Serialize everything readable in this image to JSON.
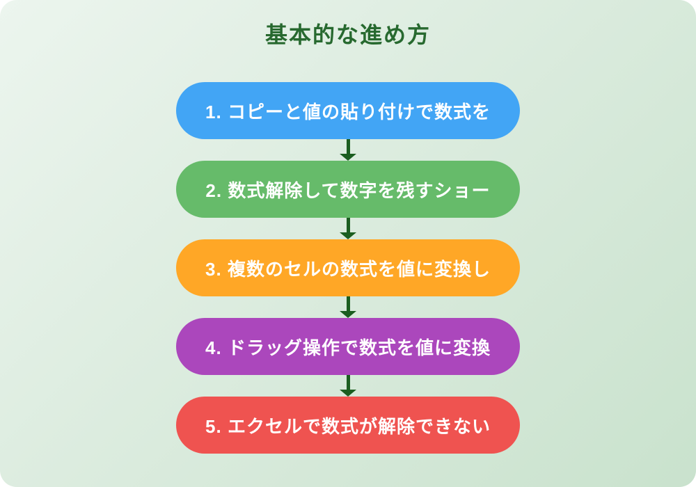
{
  "title": {
    "text": "基本的な進め方",
    "color": "#27692f"
  },
  "background": {
    "gradient_start": "#ecf5ee",
    "gradient_end": "#c9e2cd"
  },
  "arrow": {
    "color": "#1b5e20"
  },
  "steps": [
    {
      "label": "1. コピーと値の貼り付けで数式を",
      "color": "#42a5f5"
    },
    {
      "label": "2. 数式解除して数字を残すショー",
      "color": "#66bb6a"
    },
    {
      "label": "3. 複数のセルの数式を値に変換し",
      "color": "#ffa726"
    },
    {
      "label": "4. ドラッグ操作で数式を値に変換",
      "color": "#ab47bc"
    },
    {
      "label": "5. エクセルで数式が解除できない",
      "color": "#ef5350"
    }
  ]
}
